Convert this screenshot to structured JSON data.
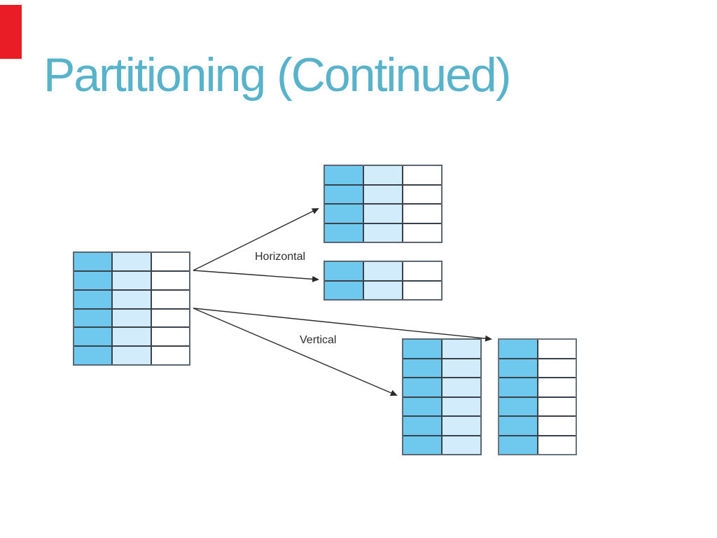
{
  "slide": {
    "title": "Partitioning (Continued)",
    "title_color": "#57b2ca",
    "background_color": "#ffffff",
    "corner_marker_color": "#e91d25"
  },
  "diagram": {
    "labels": {
      "horizontal": "Horizontal",
      "vertical": "Vertical"
    },
    "colors": {
      "primary": "#6fc8ee",
      "secondary": "#d3ecfc",
      "empty": "#ffffff",
      "line": "#39424a",
      "arrow": "#2b2b2b"
    },
    "tables": {
      "source": {
        "rows": 6,
        "columns": [
          "primary",
          "secondary",
          "empty"
        ]
      },
      "horizontal_partition_1": {
        "rows": 4,
        "columns": [
          "primary",
          "secondary",
          "empty"
        ]
      },
      "horizontal_partition_2": {
        "rows": 2,
        "columns": [
          "primary",
          "secondary",
          "empty"
        ]
      },
      "vertical_partition_1": {
        "rows": 6,
        "columns": [
          "primary",
          "secondary"
        ]
      },
      "vertical_partition_2": {
        "rows": 6,
        "columns": [
          "primary",
          "empty"
        ]
      }
    }
  }
}
